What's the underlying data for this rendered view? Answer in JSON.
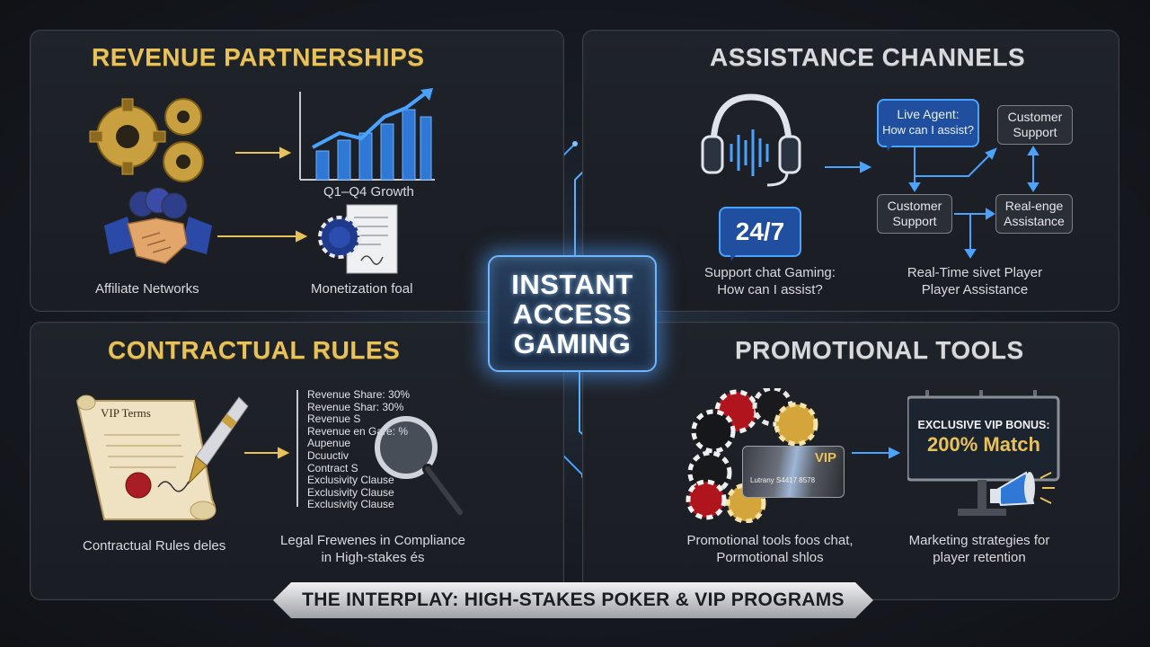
{
  "center": {
    "line1": "INSTANT",
    "line2": "ACCESS",
    "line3": "GAMING"
  },
  "revenue": {
    "title": "REVENUE PARTNERSHIPS",
    "chart_caption": "Q1–Q4 Growth",
    "affiliate_label": "Affiliate Networks",
    "monetization_label": "Monetization foal"
  },
  "assistance": {
    "title": "ASSISTANCE CHANNELS",
    "live_agent_line1": "Live Agent:",
    "live_agent_line2": "How can I assist?",
    "customer_support_top_line1": "Customer",
    "customer_support_top_line2": "Support",
    "customer_support_mid_line1": "Customer",
    "customer_support_mid_line2": "Support",
    "realtime_box_line1": "Real-enge",
    "realtime_box_line2": "Assistance",
    "badge_247": "24/7",
    "support_chat_line1": "Support chat Gaming:",
    "support_chat_line2": "How can I assist?",
    "player_assist_line1": "Real-Time sivet Player",
    "player_assist_line2": "Player Assistance"
  },
  "contractual": {
    "title": "CONTRACTUAL RULES",
    "scroll_title": "VIP Terms",
    "doc_lines": [
      "Revenue Share: 30%",
      "Revenue Shar: 30%",
      "Revenue S",
      "Revenue en Gare: %",
      "Aupenue",
      "Dcuuctiv",
      "Contract S",
      "Exclusivity Clause",
      "Exclusivity Clause",
      "Exclusivity Clause"
    ],
    "left_label": "Contractual Rules deles",
    "right_label_line1": "Legal Frewenes in Compliance",
    "right_label_line2": "in High-stakes és"
  },
  "promotional": {
    "title": "PROMOTIONAL TOOLS",
    "card_text": "VIP",
    "card_number": "Lutrany   S4417  8578",
    "billboard_line1": "EXCLUSIVE VIP BONUS:",
    "billboard_line2": "200% Match",
    "left_label_line1": "Promotional tools  foos chat,",
    "left_label_line2": "Pormotional shlos",
    "right_label_line1": "Marketing strategies for",
    "right_label_line2": "player retention"
  },
  "banner": {
    "text": "THE INTERPLAY: HIGH-STAKES POKER & VIP PROGRAMS"
  },
  "colors": {
    "gold": "#e7c15a",
    "accent_blue": "#3a8ee6",
    "glow_blue": "#6fb6ff",
    "chip_red": "#c0222a",
    "panel_bg": "#1c1f25"
  },
  "icons": [
    "gears-icon",
    "bar-chart-icon",
    "handshake-icon",
    "contract-icon",
    "headset-icon",
    "chat-bubble-icon",
    "scroll-icon",
    "pen-icon",
    "magnifier-icon",
    "poker-chips-icon",
    "vip-card-icon",
    "billboard-icon",
    "megaphone-icon"
  ]
}
